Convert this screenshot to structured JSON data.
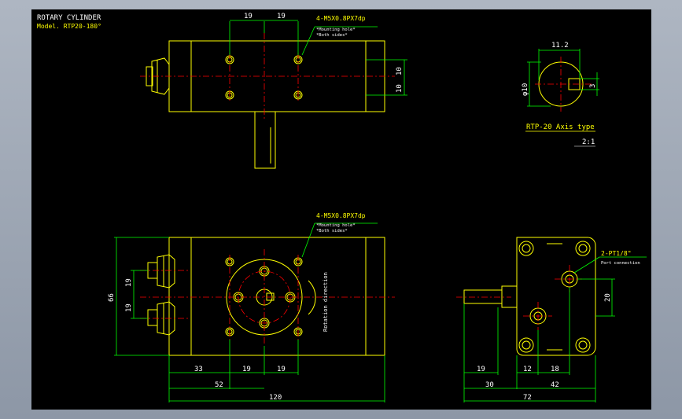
{
  "title": {
    "line1": "ROTARY CYLINDER",
    "line2": "Model. RTP20-180°"
  },
  "colors": {
    "part": "#ffff00",
    "dimension": "#00ff00",
    "center": "#ff0000",
    "note": "#ffffff",
    "background": "#000000",
    "frame": "#9aa3b0"
  },
  "dims": {
    "top_19a": "19",
    "top_19b": "19",
    "side_10a": "10",
    "side_10b": "10",
    "axis_11_2": "11.2",
    "axis_phi10": "φ10",
    "axis_3": "3",
    "front_66": "66",
    "front_19a": "19",
    "front_19b": "19",
    "front_33": "33",
    "front_19c": "19",
    "front_19d": "19",
    "front_52": "52",
    "front_120": "120",
    "side_19": "19",
    "side_12": "12",
    "side_18": "18",
    "side_20": "20",
    "side_30": "30",
    "side_42": "42",
    "side_72": "72"
  },
  "notes": {
    "mount_top": "4-M5X0.8PX7dp",
    "mount_top_sub1": "*Mounting hole*",
    "mount_top_sub2": "*Both sides*",
    "mount_front": "4-M5X0.8PX7dp",
    "mount_front_sub1": "*Mounting hole*",
    "mount_front_sub2": "*Both sides*",
    "port": "2-PT1/8\"",
    "port_sub": "Port connection",
    "rotation": "Rotation direction",
    "axis_type": "RTP-20 Axis type",
    "scale": "2:1"
  }
}
